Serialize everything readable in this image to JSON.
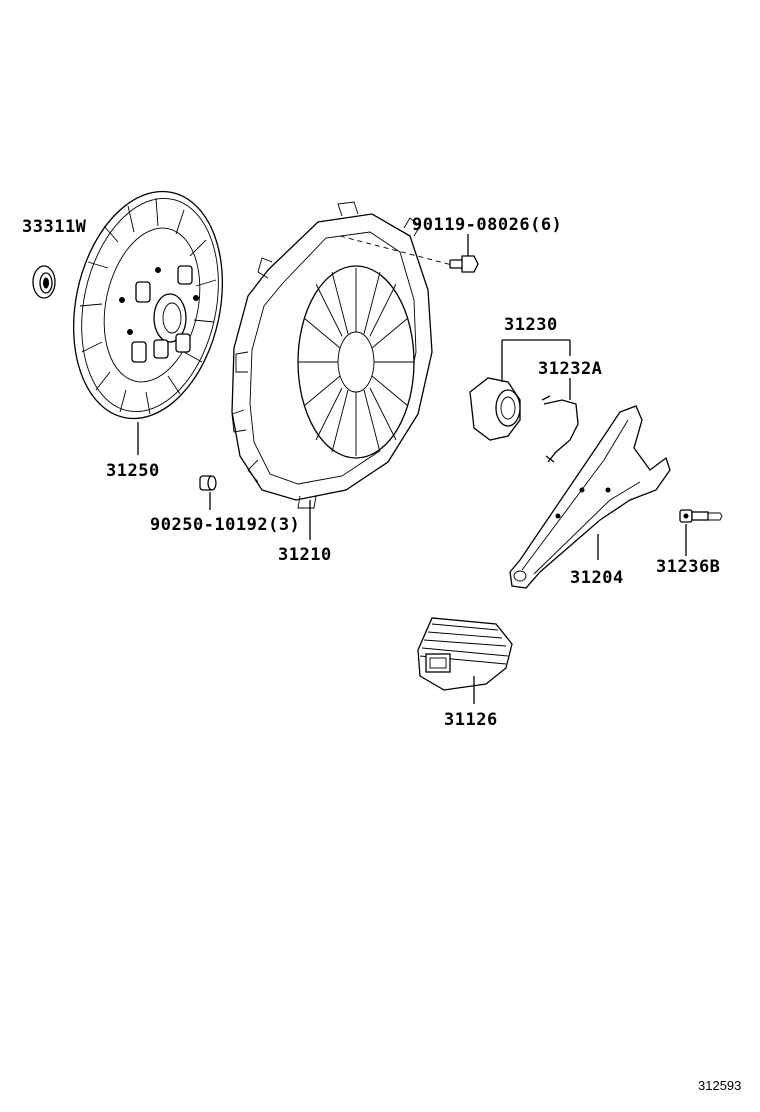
{
  "diagram": {
    "reference_number": "312593",
    "parts": {
      "p33311w": "33311W",
      "p90119": "90119-08026(6)",
      "p31230": "31230",
      "p31232a": "31232A",
      "p31250": "31250",
      "p90250": "90250-10192(3)",
      "p31210": "31210",
      "p31204": "31204",
      "p31236b": "31236B",
      "p31126": "31126"
    }
  }
}
